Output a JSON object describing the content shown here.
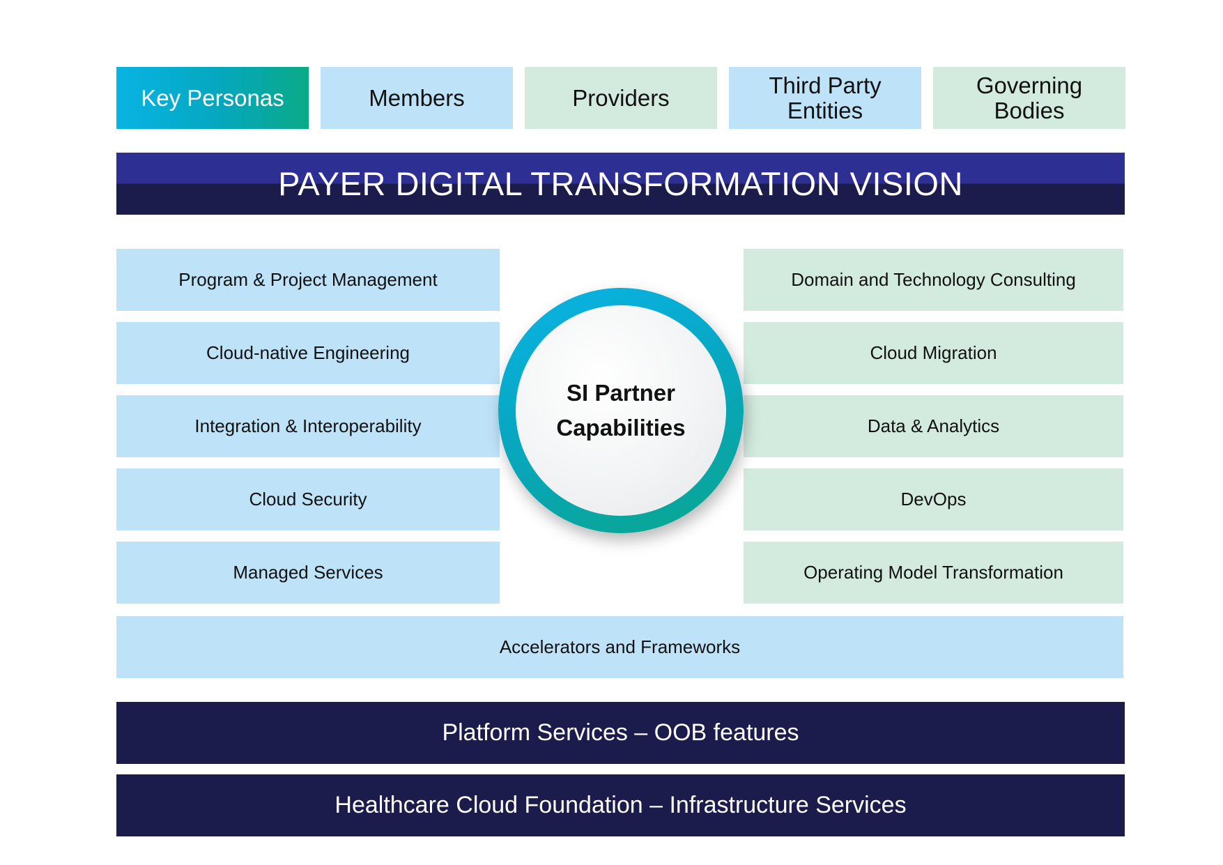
{
  "personas": {
    "key_label": "Key Personas",
    "members": "Members",
    "providers": "Providers",
    "third_party": "Third Party Entities",
    "governing": "Governing Bodies"
  },
  "vision": {
    "title": "PAYER DIGITAL TRANSFORMATION VISION"
  },
  "center": {
    "title": "SI Partner Capabilities"
  },
  "left_capabilities": [
    "Program & Project Management",
    "Cloud-native Engineering",
    "Integration & Interoperability",
    "Cloud Security",
    "Managed Services"
  ],
  "right_capabilities": [
    "Domain and Technology Consulting",
    "Cloud Migration",
    "Data & Analytics",
    "DevOps",
    "Operating Model Transformation"
  ],
  "accelerators": "Accelerators and Frameworks",
  "platform": "Platform Services – OOB features",
  "foundation": "Healthcare Cloud Foundation – Infrastructure Services",
  "colors": {
    "light_blue": "#bee3f8",
    "light_green": "#d3ebdf",
    "navy": "#1c1c4c",
    "indigo": "#2d2f93",
    "teal_start": "#08b4e4",
    "teal_end": "#0aaa86"
  }
}
